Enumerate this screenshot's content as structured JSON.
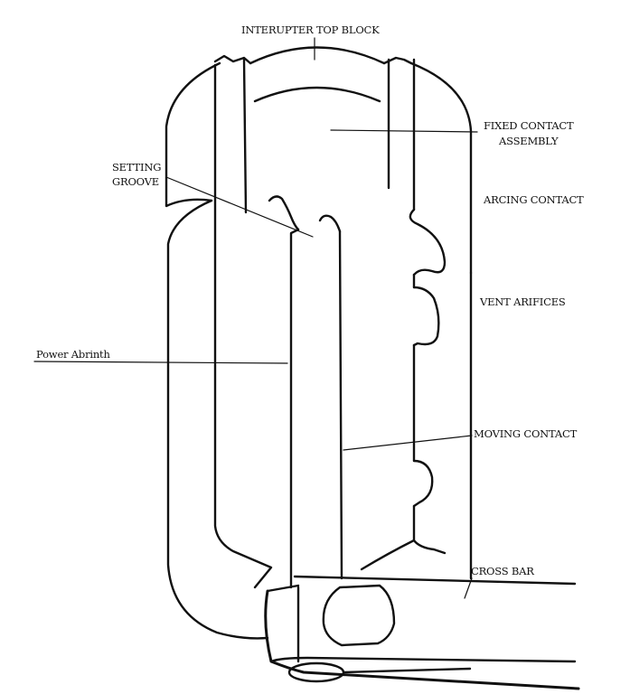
{
  "labels": {
    "interrupter_top_block": "INTERUPTER TOP BLOCK",
    "fixed_contact_line1": "FIXED CONTACT",
    "fixed_contact_line2": "ASSEMBLY",
    "setting_groove_line1": "SETTING",
    "setting_groove_line2": "GROOVE",
    "arcing_contact": "ARCING CONTACT",
    "vent_orifices": "VENT ARIFICES",
    "power_abrinth": "Power Abrinth",
    "moving_contact": "MOVING CONTACT",
    "cross_bar": "CROSS BAR"
  },
  "colors": {
    "ink": "#111111",
    "paper": "#ffffff"
  }
}
